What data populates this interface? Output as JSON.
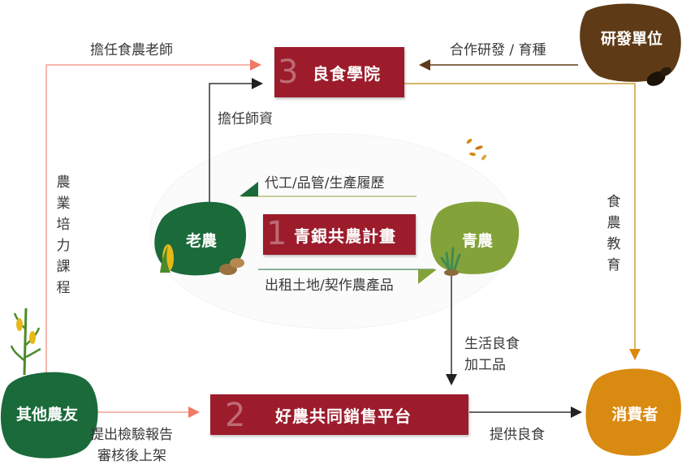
{
  "nodes": {
    "research": "研發單位",
    "academy": "良食學院",
    "academy_num": "3",
    "program": "青銀共農計畫",
    "program_num": "1",
    "platform": "好農共同銷售平台",
    "platform_num": "2",
    "old_farmer": "老農",
    "young_farmer": "青農",
    "other_farmers": "其他農友",
    "consumer": "消費者"
  },
  "labels": {
    "teach_farm_teacher": "擔任食農老師",
    "co_develop": "合作研發 / 育種",
    "serve_faculty": "擔任師資",
    "agri_training": "農業培力課程",
    "food_education": "食農教育",
    "outsourcing": "代工/品管/生產履歷",
    "rent_land": "出租土地/契作農產品",
    "processed": [
      "生活良食",
      "加工品"
    ],
    "inspection": [
      "提出檢驗報告",
      "審核後上架"
    ],
    "provide_food": "提供良食"
  },
  "colors": {
    "dark_red": "#9c1c2c",
    "dark_green": "#1a6a3a",
    "olive_green": "#83a23a",
    "brown": "#5e3b16",
    "orange": "#d98a10",
    "salmon": "#f2a090",
    "gold": "#c9a13a"
  }
}
